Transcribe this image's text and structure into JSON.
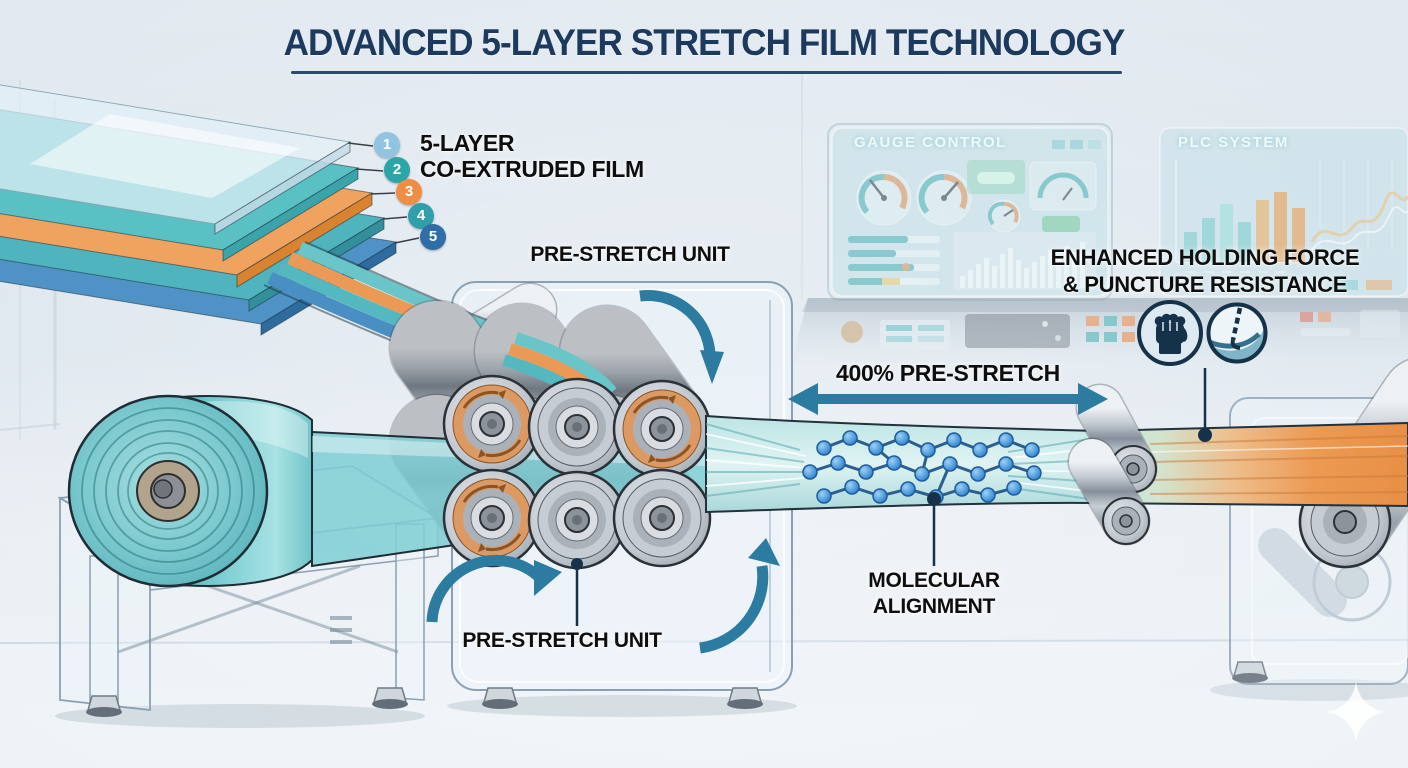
{
  "title": {
    "text": "ADVANCED 5-LAYER STRETCH FILM TECHNOLOGY"
  },
  "film_stack": {
    "label_line1": "5-LAYER",
    "label_line2": "CO-EXTRUDED FILM",
    "layers": [
      {
        "num": "1",
        "badge_color": "#92c4e2",
        "layer_color": "#dfeef4"
      },
      {
        "num": "2",
        "badge_color": "#2aa6a9",
        "layer_color": "#59c0c4"
      },
      {
        "num": "3",
        "badge_color": "#ee8e44",
        "layer_color": "#efa35f"
      },
      {
        "num": "4",
        "badge_color": "#2f9fa9",
        "layer_color": "#4fb4bd"
      },
      {
        "num": "5",
        "badge_color": "#2f6ea6",
        "layer_color": "#4f93c6"
      }
    ]
  },
  "pre_stretch_unit": {
    "label_top": "PRE-STRETCH UNIT",
    "label_bottom": "PRE-STRETCH UNIT"
  },
  "stretch_callout": {
    "label": "400% PRE-STRETCH"
  },
  "molecular_callout": {
    "line1": "MOLECULAR",
    "line2": "ALIGNMENT"
  },
  "benefits_callout": {
    "line1": "ENHANCED HOLDING FORCE",
    "line2": "& PUNCTURE RESISTANCE",
    "icons": [
      {
        "name": "fist-icon"
      },
      {
        "name": "puncture-resistance-icon"
      }
    ]
  },
  "background_screens": {
    "gauge_control": {
      "title": "GAUGE CONTROL"
    },
    "plc_system": {
      "title": "PLC SYSTEM"
    }
  },
  "colors": {
    "title_navy": "#1c3a5e",
    "film_teal": "#7ecdd1",
    "film_orange": "#ec9a52",
    "arrow_teal": "#2b7ca0",
    "molecule_blue": "#3c86cc",
    "label_black": "#0e0e0e"
  }
}
